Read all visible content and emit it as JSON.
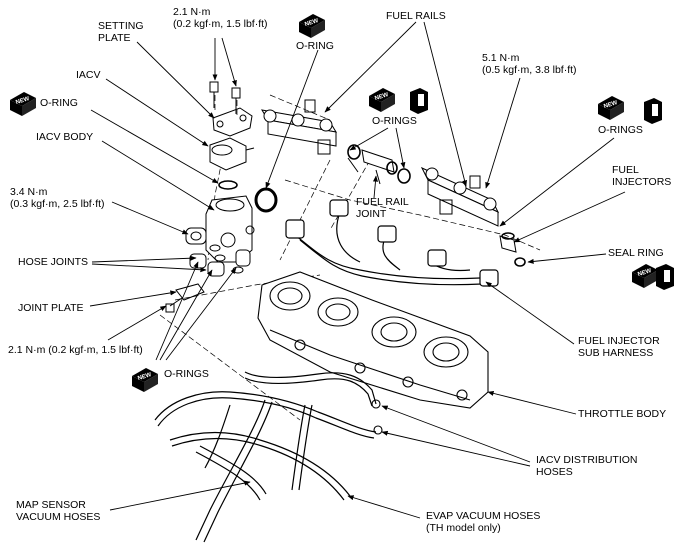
{
  "labels": {
    "setting_plate_torque": "2.1 N·m\n(0.2 kgf·m, 1.5 lbf·ft)",
    "setting_plate": "SETTING\nPLATE",
    "oring_top": "O-RING",
    "fuel_rails": "FUEL RAILS",
    "iacv": "IACV",
    "oring_left": "O-RING",
    "iacv_body": "IACV BODY",
    "fuel_rails_torque": "5.1 N·m\n(0.5 kgf·m, 3.8 lbf·ft)",
    "orings_mid": "O-RINGS",
    "orings_right": "O-RINGS",
    "fuel_injectors": "FUEL\nINJECTORS",
    "iacv_body_torque": "3.4 N·m\n(0.3 kgf·m, 2.5 lbf·ft)",
    "fuel_rail_joint": "FUEL RAIL\nJOINT",
    "hose_joints": "HOSE JOINTS",
    "seal_ring": "SEAL RING",
    "joint_plate": "JOINT PLATE",
    "fuel_injector_sub_harness": "FUEL INJECTOR\nSUB HARNESS",
    "joint_plate_torque": "2.1 N·m (0.2 kgf·m, 1.5 lbf·ft)",
    "orings_bottom": "O-RINGS",
    "throttle_body": "THROTTLE BODY",
    "iacv_distribution_hoses": "IACV DISTRIBUTION\nHOSES",
    "map_sensor_vacuum_hoses": "MAP SENSOR\nVACUUM HOSES",
    "evap_vacuum_hoses": "EVAP VACUUM HOSES\n(TH model only)"
  },
  "icons": {
    "new_part": "new-part-badge-icon",
    "replace_part": "replace-part-tag-icon",
    "badge_text": "NEW"
  }
}
